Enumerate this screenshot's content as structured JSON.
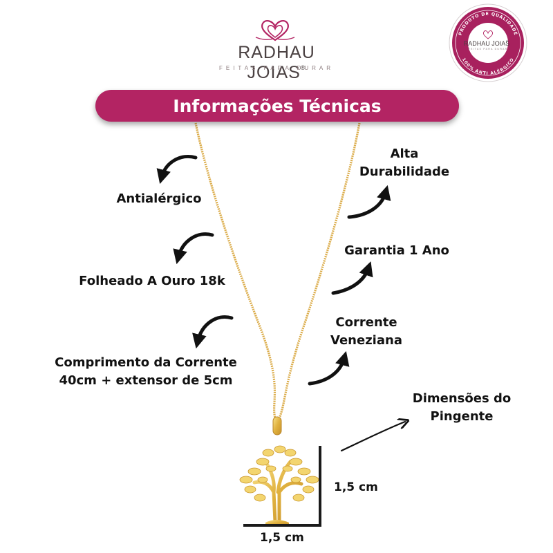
{
  "brand": {
    "name": "RADHAU JOIAS",
    "registered": "®",
    "tagline": "FEITAS PARA DURAR",
    "accent_color": "#b32463"
  },
  "seal": {
    "top_text": "PRODUTO DE QUALIDADE",
    "bottom_text": "100% ANTI ALÉRGICO",
    "brand_name": "RADHAU JOIAS",
    "brand_registered": "®",
    "tagline": "FEITAS PARA DURAR"
  },
  "banner": {
    "title": "Informações Técnicas"
  },
  "features": {
    "antialergico": "Antialérgico",
    "folheado": "Folheado A Ouro 18k",
    "comprimento_line1": "Comprimento da Corrente",
    "comprimento_line2": "40cm + extensor de 5cm",
    "durabilidade_line1": "Alta",
    "durabilidade_line2": "Durabilidade",
    "garantia": "Garantia 1 Ano",
    "corrente_line1": "Corrente",
    "corrente_line2": "Veneziana",
    "dimensoes_line1": "Dimensões do",
    "dimensoes_line2": "Pingente"
  },
  "dimensions": {
    "height": "1,5 cm",
    "width": "1,5 cm"
  },
  "icons": {
    "logo": "double-heart-icon",
    "arrow": "curved-arrow-icon",
    "product": "tree-of-life-pendant-icon"
  }
}
